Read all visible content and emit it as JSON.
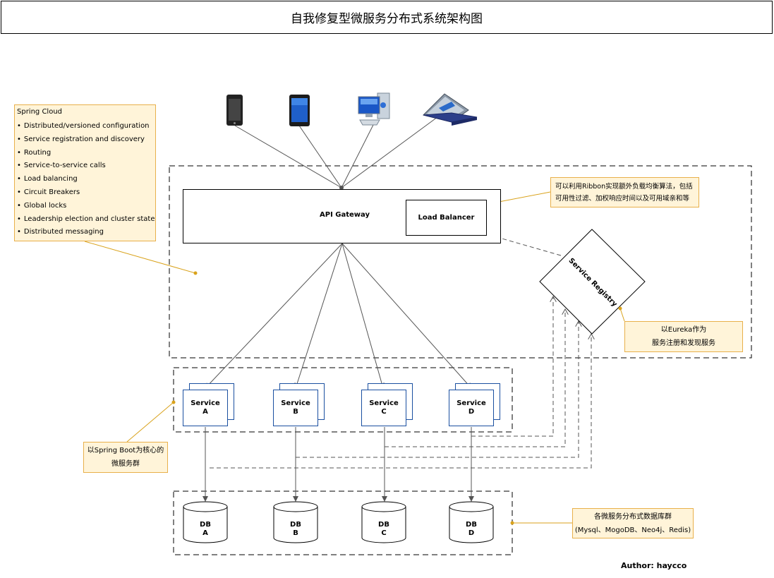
{
  "title": "自我修复型微服务分布式系统架构图",
  "spring_cloud": {
    "title": "Spring Cloud",
    "items": [
      "Distributed/versioned configuration",
      "Service registration and discovery",
      "Routing",
      "Service-to-service calls",
      "Load balancing",
      "Circuit Breakers",
      "Global locks",
      "Leadership election and cluster state",
      "Distributed messaging"
    ]
  },
  "gateway": {
    "label": "API Gateway",
    "load_balancer": "Load Balancer"
  },
  "ribbon_note": {
    "line1": "可以利用Ribbon实现额外负载均衡算法，包括",
    "line2": "可用性过滤、加权响应时间以及可用域亲和等"
  },
  "registry": {
    "label": "Service Registry"
  },
  "eureka_note": {
    "line1": "以Eureka作为",
    "line2": "服务注册和发现服务"
  },
  "boot_note": {
    "line1": "以Spring Boot为核心的",
    "line2": "微服务群"
  },
  "services": [
    {
      "line1": "Service",
      "line2": "A"
    },
    {
      "line1": "Service",
      "line2": "B"
    },
    {
      "line1": "Service",
      "line2": "C"
    },
    {
      "line1": "Service",
      "line2": "D"
    }
  ],
  "databases": [
    {
      "line1": "DB",
      "line2": "A"
    },
    {
      "line1": "DB",
      "line2": "B"
    },
    {
      "line1": "DB",
      "line2": "C"
    },
    {
      "line1": "DB",
      "line2": "D"
    }
  ],
  "db_note": {
    "line1": "各微服务分布式数据库群",
    "line2": "(Mysql、MogoDB、Neo4j、Redis)"
  },
  "author": "Author: haycco",
  "colors": {
    "note_fill": "#fff4d9",
    "note_border": "#e8b04b",
    "connector": "#d9a21b",
    "service_border": "#1a4fa0"
  },
  "icons": [
    "phone-black-icon",
    "phone-blue-icon",
    "desktop-computer-icon",
    "laptop-icon"
  ]
}
